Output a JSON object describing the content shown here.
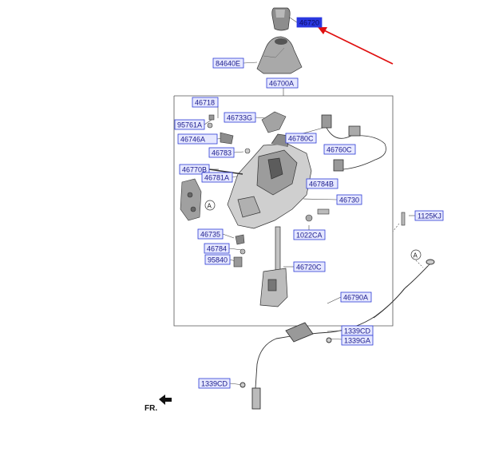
{
  "labels": {
    "shift_knob": "46720",
    "boot": "84640E",
    "lever_assy": "46700A",
    "bracket_46718": "46718",
    "bolt_95761A": "95761A",
    "bracket_46733G": "46733G",
    "clip_46746A": "46746A",
    "pin_46783": "46783",
    "rod_46770B": "46770B",
    "spring_46781A": "46781A",
    "harness_46780C": "46780C",
    "connector_46760C": "46760C",
    "bushing_46784B": "46784B",
    "plate_46730": "46730",
    "bolt_1125KJ": "1125KJ",
    "nut_1022CA": "1022CA",
    "lever_46735": "46735",
    "bushing_46784": "46784",
    "switch_95840": "95840",
    "lever_46720C": "46720C",
    "cable_46790A": "46790A",
    "clip_1339CD_a": "1339CD",
    "clip_1339GA": "1339GA",
    "clip_1339CD_b": "1339CD",
    "callout_a1": "A",
    "callout_a2": "A",
    "front": "FR."
  },
  "colors": {
    "label_fill": "#e6e8ff",
    "label_stroke": "#2c3bd6",
    "label_text": "#1a1a8c",
    "highlight": "#2a38e0",
    "arrow": "#e01010",
    "line": "#333333"
  }
}
